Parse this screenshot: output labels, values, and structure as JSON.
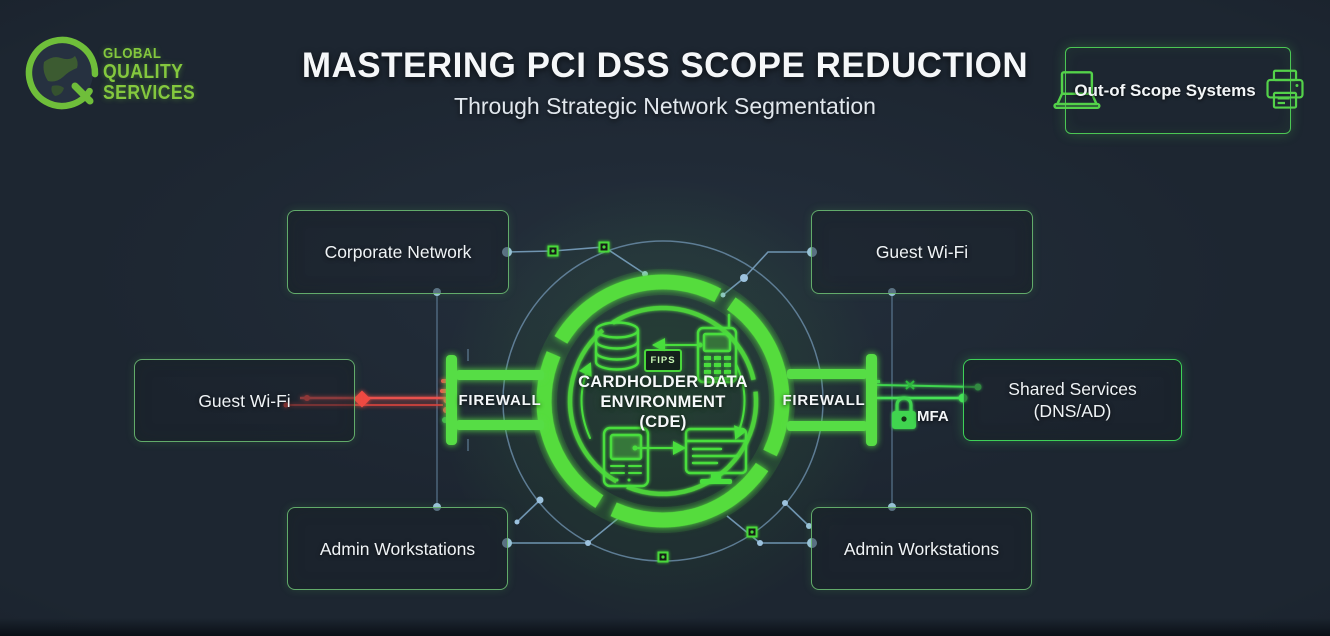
{
  "logo": {
    "line1": "GLOBAL",
    "line2": "QUALITY",
    "line3": "SERVICES"
  },
  "header": {
    "title": "MASTERING PCI DSS SCOPE REDUCTION",
    "subtitle": "Through Strategic Network Segmentation"
  },
  "out_of_scope_panel": {
    "label": "Out-of Scope Systems",
    "icons": [
      "laptop-icon",
      "printer-icon"
    ]
  },
  "diagram": {
    "center": {
      "line1": "CARDHOLDER DATA",
      "line2": "ENVIRONMENT",
      "line3": "(CDE)",
      "database_badge": "FIPS",
      "icons": [
        "database-icon",
        "mobile-pos-icon",
        "payment-terminal-icon",
        "pos-monitor-icon"
      ]
    },
    "firewall_left_label": "FIREWALL",
    "firewall_right_label": "FIREWALL",
    "mfa_label": "MFA",
    "boxes": [
      {
        "id": "corporate-network",
        "label": "Corporate Network"
      },
      {
        "id": "guest-wifi-top-right",
        "label": "Guest Wi-Fi"
      },
      {
        "id": "guest-wifi-left",
        "label": "Guest Wi-Fi"
      },
      {
        "id": "shared-services",
        "label": "Shared Services",
        "sublabel": "(DNS/AD)"
      },
      {
        "id": "admin-workstations-bottom-left",
        "label": "Admin Workstations"
      },
      {
        "id": "admin-workstations-bottom-right",
        "label": "Admin Workstations"
      }
    ]
  },
  "colors": {
    "background": "#1d2631",
    "ring_green": "#55dc3e",
    "bright_green": "#3fd44f",
    "box_border_green": "#6aba72",
    "connector_blue": "#7ba3c2",
    "blocked_red": "#e04c48",
    "logo_green": "#84c83e",
    "text_white": "#f2f5f7"
  }
}
